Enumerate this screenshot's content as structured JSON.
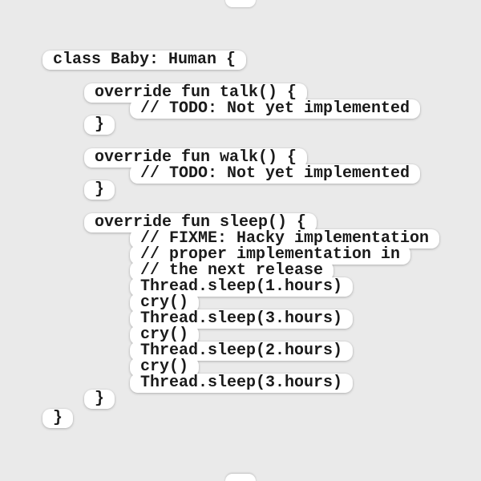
{
  "colors": {
    "background": "#eaeaea",
    "blob": "#ffffff",
    "text": "#1b1b1b"
  },
  "sticker": {
    "kind": "die-cut code sticker",
    "language": "kotlin"
  },
  "code": {
    "lines": [
      {
        "text": "class Baby: Human {",
        "indent": 0
      },
      {
        "text": "override fun talk() {",
        "indent": 1
      },
      {
        "text": "// TODO: Not yet implemented",
        "indent": 2
      },
      {
        "text": "}",
        "indent": 1
      },
      {
        "text": "override fun walk() {",
        "indent": 1
      },
      {
        "text": "// TODO: Not yet implemented",
        "indent": 2
      },
      {
        "text": "}",
        "indent": 1
      },
      {
        "text": "override fun sleep() {",
        "indent": 1
      },
      {
        "text": "// FIXME: Hacky implementation",
        "indent": 2
      },
      {
        "text": "// proper implementation in",
        "indent": 2
      },
      {
        "text": "// the next release",
        "indent": 2
      },
      {
        "text": "Thread.sleep(1.hours)",
        "indent": 2
      },
      {
        "text": "cry()",
        "indent": 2
      },
      {
        "text": "Thread.sleep(3.hours)",
        "indent": 2
      },
      {
        "text": "cry()",
        "indent": 2
      },
      {
        "text": "Thread.sleep(2.hours)",
        "indent": 2
      },
      {
        "text": "cry()",
        "indent": 2
      },
      {
        "text": "Thread.sleep(3.hours)",
        "indent": 2
      },
      {
        "text": "}",
        "indent": 1
      },
      {
        "text": "}",
        "indent": 0
      }
    ]
  }
}
